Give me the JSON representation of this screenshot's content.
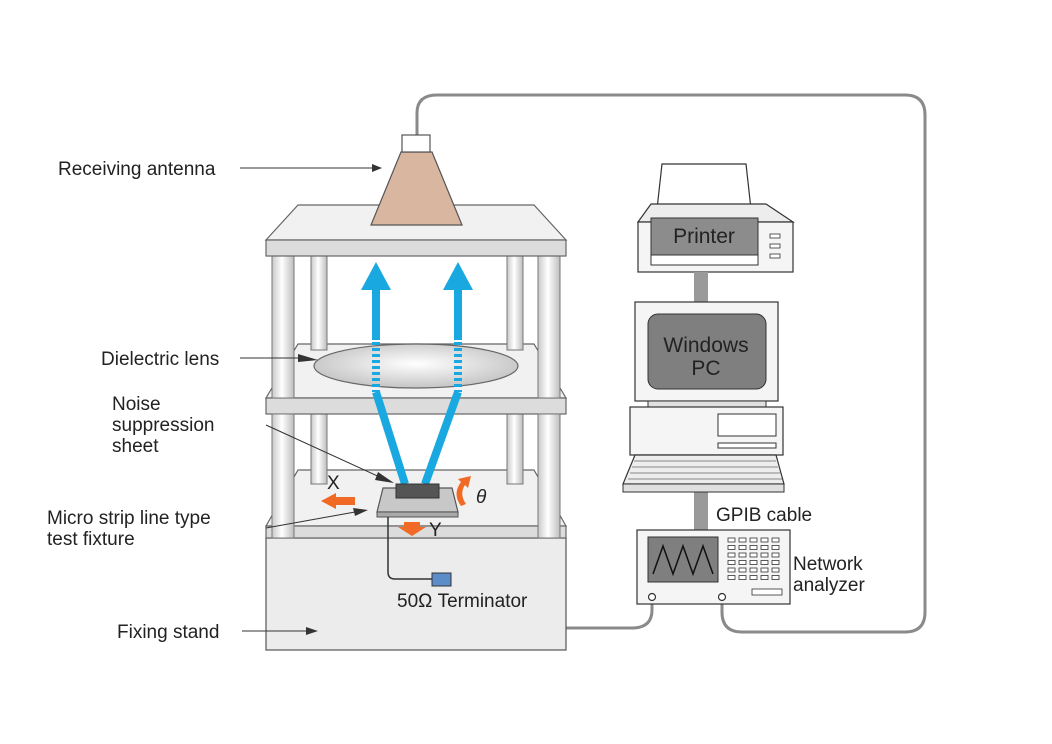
{
  "labels": {
    "receiving_antenna": "Receiving antenna",
    "dielectric_lens": "Dielectric lens",
    "noise_line1": "Noise",
    "noise_line2": "suppression",
    "noise_line3": "sheet",
    "fixture_line1": "Micro strip line type",
    "fixture_line2": "test fixture",
    "fixing_stand": "Fixing stand",
    "terminator": "50Ω Terminator",
    "axis_x": "X",
    "axis_y": "Y",
    "axis_theta": "θ",
    "printer": "Printer",
    "pc_line1": "Windows",
    "pc_line2": "PC",
    "gpib": "GPIB cable",
    "analyzer_line1": "Network",
    "analyzer_line2": "analyzer"
  },
  "colors": {
    "beam": "#19a8e0",
    "arrow": "#f06a25",
    "antenna": "#d9b6a0",
    "terminator": "#5b8ec9",
    "cable": "#8a8a8a",
    "screen": "#7f7f7f"
  }
}
